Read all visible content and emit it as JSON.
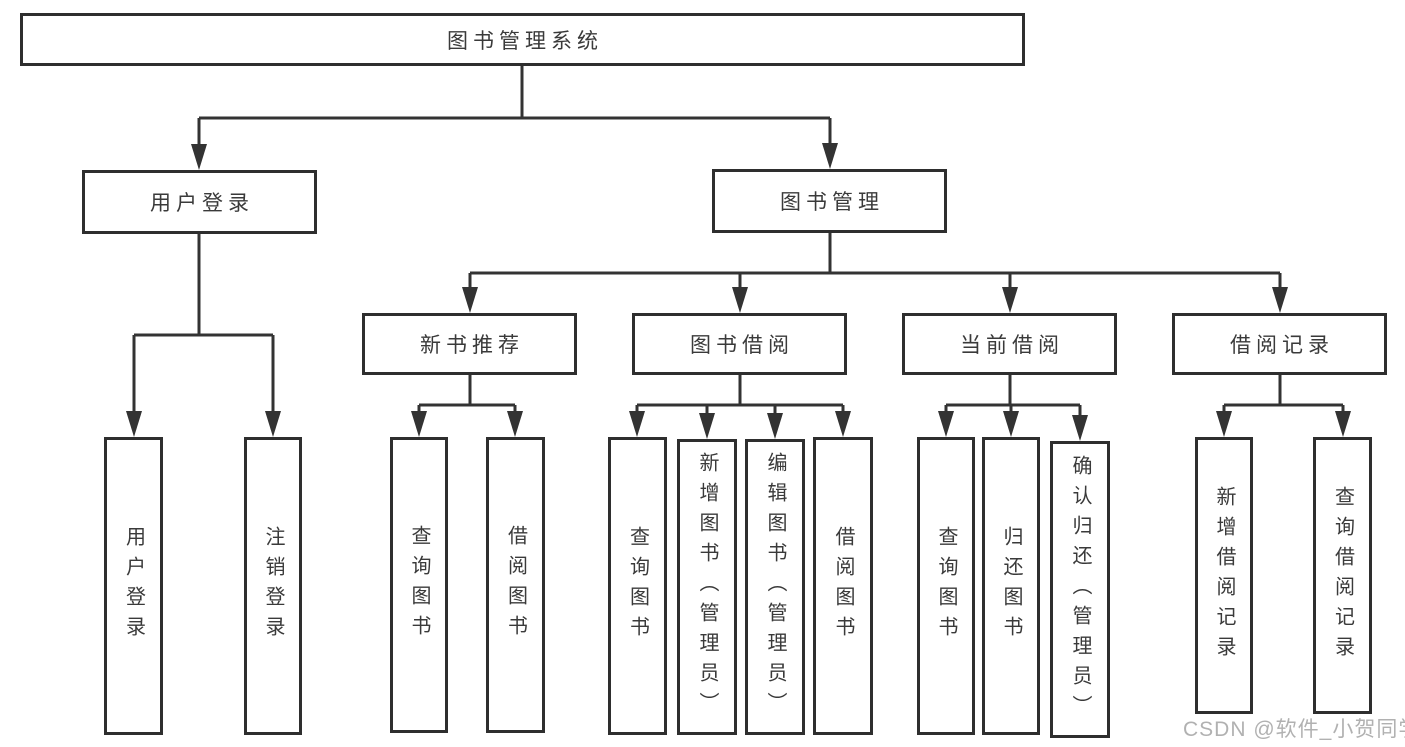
{
  "diagram_title": "图书管理系统",
  "watermark": {
    "text": "CSDN @软件_小贺同学"
  },
  "colors": {
    "line": "#333333",
    "box_border": "#2e2e2e",
    "text": "#3a3a3a",
    "background": "#ffffff",
    "watermark": "#a9a9a9"
  },
  "nodes": {
    "root": {
      "label": "图书管理系统"
    },
    "user_login": {
      "label": "用户登录"
    },
    "book_mgmt": {
      "label": "图书管理"
    },
    "new_book": {
      "label": "新书推荐"
    },
    "book_borrow": {
      "label": "图书借阅"
    },
    "current_borrow": {
      "label": "当前借阅"
    },
    "borrow_records": {
      "label": "借阅记录"
    },
    "leaf_user_login": {
      "label": "用户登录"
    },
    "leaf_logout": {
      "label": "注销登录"
    },
    "nb_query": {
      "label": "查询图书"
    },
    "nb_borrow": {
      "label": "借阅图书"
    },
    "bb_query": {
      "label": "查询图书"
    },
    "bb_add": {
      "label": "新增图书（管理员）"
    },
    "bb_edit": {
      "label": "编辑图书（管理员）"
    },
    "bb_borrow": {
      "label": "借阅图书"
    },
    "cb_query": {
      "label": "查询图书"
    },
    "cb_return": {
      "label": "归还图书"
    },
    "cb_confirm": {
      "label": "确认归还（管理员）"
    },
    "br_add": {
      "label": "新增借阅记录"
    },
    "br_query": {
      "label": "查询借阅记录"
    }
  },
  "hierarchy": {
    "图书管理系统": {
      "用户登录": [
        "用户登录",
        "注销登录"
      ],
      "图书管理": {
        "新书推荐": [
          "查询图书",
          "借阅图书"
        ],
        "图书借阅": [
          "查询图书",
          "新增图书（管理员）",
          "编辑图书（管理员）",
          "借阅图书"
        ],
        "当前借阅": [
          "查询图书",
          "归还图书",
          "确认归还（管理员）"
        ],
        "借阅记录": [
          "新增借阅记录",
          "查询借阅记录"
        ]
      }
    }
  }
}
